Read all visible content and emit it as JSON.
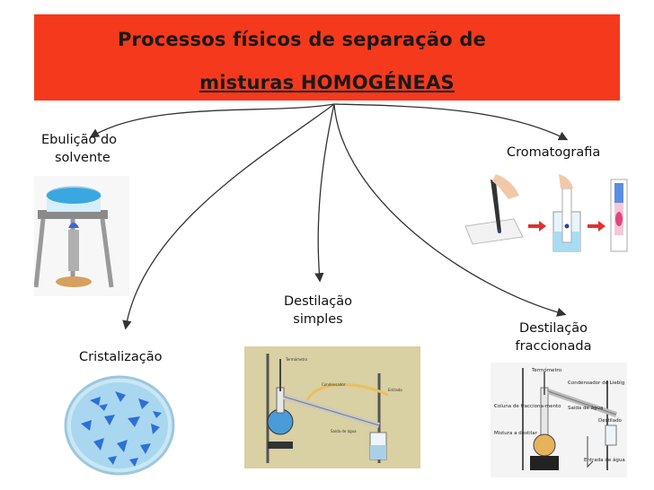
{
  "title": {
    "line1": "Processos físicos de separação de",
    "line2": "misturas HOMOGÉNEAS"
  },
  "nodes": [
    {
      "id": "ebulicao",
      "lines": [
        "Ebulição do",
        "solvente"
      ]
    },
    {
      "id": "cromatografia",
      "lines": [
        "Cromatografia"
      ]
    },
    {
      "id": "destilacao-simples",
      "lines": [
        "Destilação",
        "simples"
      ]
    },
    {
      "id": "destilacao-fraccionada",
      "lines": [
        "Destilação",
        "fraccionada"
      ]
    },
    {
      "id": "cristalizacao",
      "lines": [
        "Cristalização"
      ]
    }
  ],
  "photo_labels": {
    "termometro": "Termómetro",
    "condensador": "Condensador de Liebig",
    "coluna": "Coluna de fracciona-mento",
    "saida_agua": "Saída de água",
    "destilado": "Destilado",
    "mistura": "Mistura a destilar",
    "entrada_agua": "Entrada de água"
  },
  "colors": {
    "title_bg": "#f5391c",
    "connector": "#333333",
    "crystal_blue": "#2f6fd6",
    "dish_bg": "#a9d7f0"
  }
}
